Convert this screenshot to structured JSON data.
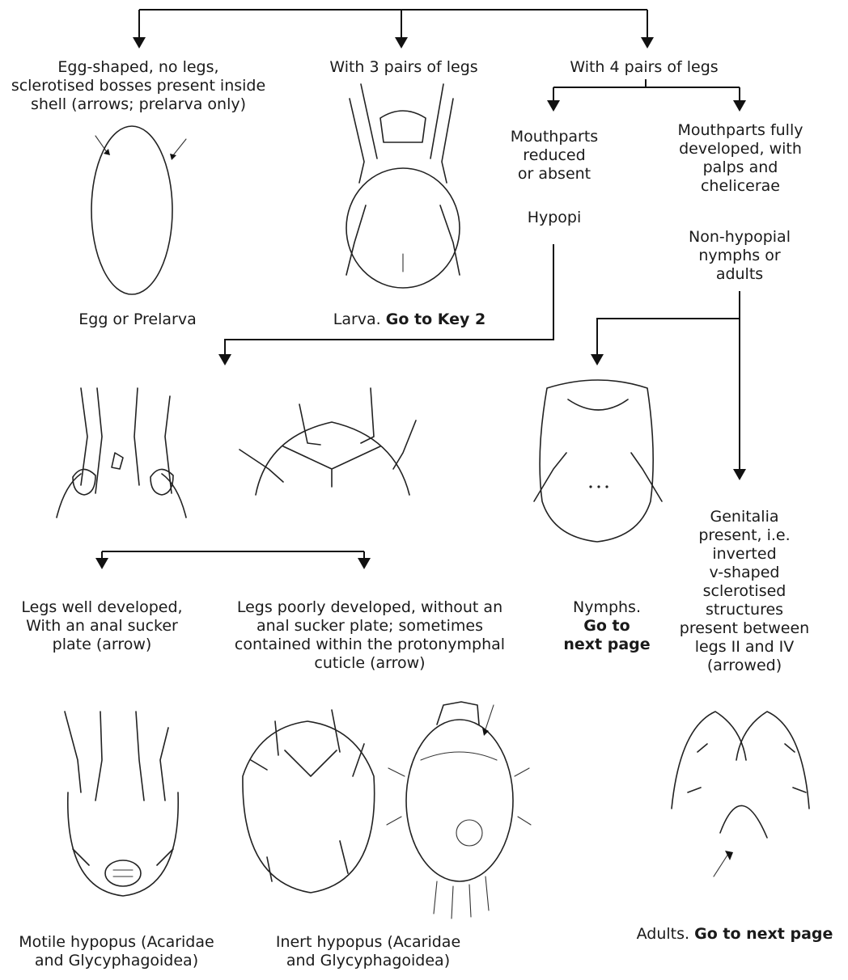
{
  "nodes": {
    "egg_criteria": [
      "Egg-shaped, no legs,",
      "sclerotised bosses present inside",
      "shell (arrows; prelarva only)"
    ],
    "egg_label": "Egg or Prelarva",
    "three_pairs": "With 3 pairs of legs",
    "larva_label": "Larva.",
    "larva_key": "Go to Key 2",
    "four_pairs": "With 4 pairs of legs",
    "mouth_reduced": [
      "Mouthparts",
      "reduced",
      "or absent"
    ],
    "hypopi": "Hypopi",
    "mouth_full": [
      "Mouthparts fully",
      "developed, with",
      "palps and",
      "chelicerae"
    ],
    "non_hypopial": [
      "Non-hypopial",
      "nymphs or",
      "adults"
    ],
    "legs_well": [
      "Legs well developed,",
      "With an anal sucker",
      "plate (arrow)"
    ],
    "legs_poor": [
      "Legs poorly developed, without an",
      "anal sucker plate; sometimes",
      "contained within the protonymphal",
      "cuticle (arrow)"
    ],
    "nymphs_label": "Nymphs.",
    "nymphs_goto": [
      "Go to",
      "next page"
    ],
    "genitalia": [
      "Genitalia",
      "present, i.e.",
      "inverted",
      "v-shaped",
      "sclerotised",
      "structures",
      "present between",
      "legs II and IV",
      "(arrowed)"
    ],
    "motile": [
      "Motile hypopus (Acaridae",
      "and Glycyphagoidea)"
    ],
    "inert": [
      "Inert hypopus (Acaridae",
      "and Glycyphagoidea)"
    ],
    "adults_label": "Adults.",
    "adults_goto": "Go to next page"
  },
  "colors": {
    "line": "#111111",
    "text": "#1a1a1a"
  }
}
